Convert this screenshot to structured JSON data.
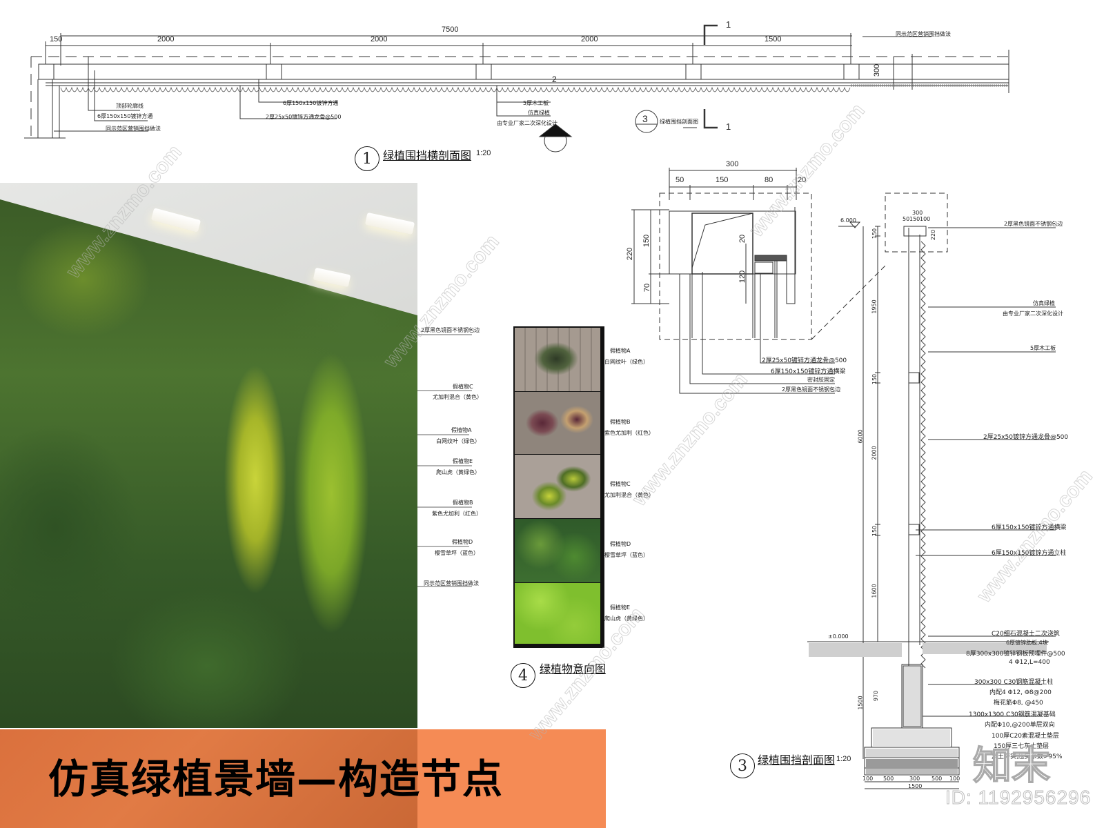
{
  "drawing1": {
    "number": "1",
    "title": "绿植围挡横剖面图",
    "scale": "1:20",
    "dims_total": "7500",
    "dims": [
      "150",
      "2000",
      "2000",
      "2000",
      "1500"
    ],
    "height_dim": "300",
    "center_mark": "2",
    "section_mark": "1",
    "notes_left": [
      "顶部轮廓线",
      "6厚150x150镀锌方通",
      "同示范区营销围挡做法"
    ],
    "notes_mid": [
      "6厚150x150镀锌方通",
      "2厚25x50镀锌方通龙骨@500"
    ],
    "notes_center": [
      "5厚木工板",
      "仿真绿植",
      "由专业厂家二次深化设计"
    ],
    "ref_label": "绿植围挡剖面图",
    "ref_number": "3",
    "note_right": "同示范区营销围挡做法"
  },
  "photo_callouts": [
    {
      "name": "",
      "desc": "2厚黑色镜面不锈钢包边"
    },
    {
      "name": "假植物C",
      "desc": "尤加利混合（黄色）"
    },
    {
      "name": "假植物A",
      "desc": "白网纹叶（绿色）"
    },
    {
      "name": "假植物E",
      "desc": "爬山虎（黄绿色）"
    },
    {
      "name": "假植物B",
      "desc": "紫色尤加利（红色）"
    },
    {
      "name": "假植物D",
      "desc": "樱雪草坪（蓝色）"
    },
    {
      "name": "",
      "desc": "同示范区营销围挡做法"
    }
  ],
  "drawing4": {
    "number": "4",
    "title": "绿植物意向图",
    "plants": [
      {
        "name": "假植物A",
        "desc": "白网纹叶（绿色）",
        "color": "#4a5a3a"
      },
      {
        "name": "假植物B",
        "desc": "紫色尤加利（红色）",
        "color": "#6b3a4a"
      },
      {
        "name": "假植物C",
        "desc": "尤加利混合（黄色）",
        "color": "#8a9a4a"
      },
      {
        "name": "假植物D",
        "desc": "樱雪草坪（蓝色）",
        "color": "#3e6a34"
      },
      {
        "name": "假植物E",
        "desc": "爬山虎（黄绿色）",
        "color": "#8cc83a"
      }
    ]
  },
  "detail2": {
    "dims_top_total": "300",
    "dims_top": [
      "50",
      "150",
      "80",
      "20"
    ],
    "dims_left": [
      "220",
      "150",
      "70"
    ],
    "dims_inner": [
      "20",
      "120"
    ],
    "notes": [
      "2厚25x50镀锌方通龙骨@500",
      "6厚150x150镀锌方通横梁",
      "密封胶固定",
      "2厚黑色镜面不锈钢包边"
    ]
  },
  "drawing3": {
    "number": "3",
    "title": "绿植围挡剖面图",
    "scale": "1:20",
    "elevation_top": "6.000",
    "elevation_ground": "±0.000",
    "top_dims": [
      "300",
      "50",
      "150",
      "100"
    ],
    "cap_dim": "220",
    "vertical_dims": [
      "150",
      "1950",
      "150",
      "2000",
      "150",
      "1600",
      "970",
      "1500",
      "6000"
    ],
    "base_dims": [
      "100",
      "500",
      "300",
      "500",
      "100"
    ],
    "base_total": "1500",
    "notes": [
      "2厚黑色镜面不锈钢包边",
      "仿真绿植",
      "由专业厂家二次深化设计",
      "5厚木工板",
      "2厚25x50镀锌方通龙骨@500",
      "6厚150x150镀锌方通横梁",
      "6厚150x150镀锌方通立柱",
      "C20细石混凝土二次浇筑",
      "6厚镀锌肋板,4块",
      "8厚300x300镀锌钢板预埋件@500",
      "4 Φ12,L=400",
      "300x300  C30钢筋混凝土柱",
      "内配4 Φ12, Φ8@200",
      "梅花筋Φ8, @450",
      "1300x1300  C30钢筋混凝基础",
      "内配Φ10,@200单层双向",
      "100厚C20素混凝土垫层",
      "150厚三七灰土垫层",
      "素土夯实,压实系数>95%"
    ]
  },
  "banner": {
    "text": "仿真绿植景墙—构造节点"
  },
  "watermark": {
    "logo": "知末",
    "id": "ID: 1192956296",
    "site": "www.znzmo.com"
  }
}
